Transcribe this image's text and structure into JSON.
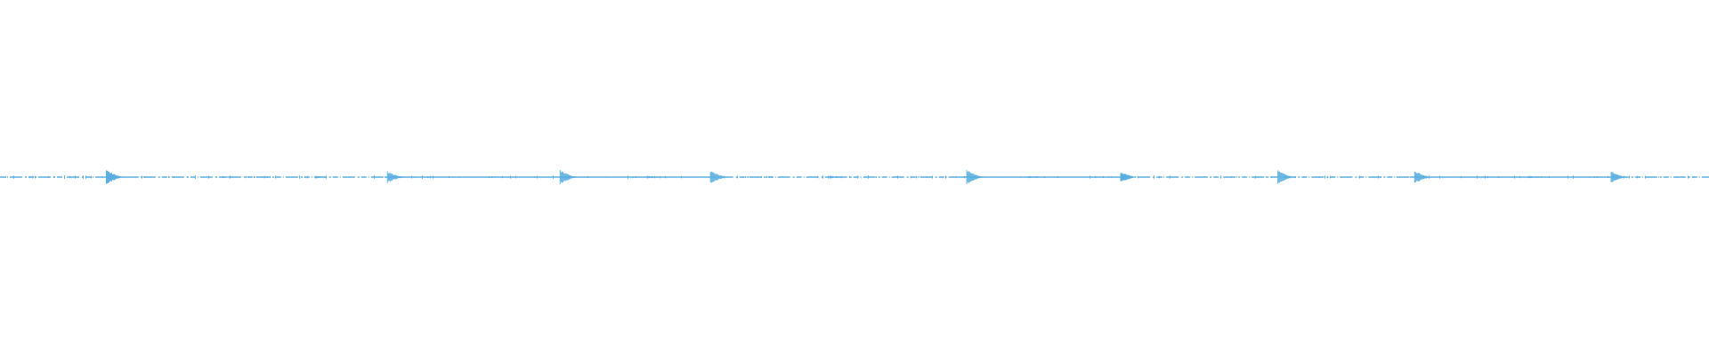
{
  "waveform": {
    "color": "#5aaee0",
    "background": "#ffffff",
    "peaks": [
      {
        "t": 0.0625,
        "amp": 1.0
      },
      {
        "t": 0.1305,
        "amp": 0.18
      },
      {
        "t": 0.185,
        "amp": 0.2
      },
      {
        "t": 0.227,
        "amp": 0.85
      },
      {
        "t": 0.328,
        "amp": 1.0
      },
      {
        "t": 0.379,
        "amp": 0.22
      },
      {
        "t": 0.416,
        "amp": 0.9
      },
      {
        "t": 0.486,
        "amp": 0.22
      },
      {
        "t": 0.566,
        "amp": 1.0
      },
      {
        "t": 0.602,
        "amp": 0.18
      },
      {
        "t": 0.656,
        "amp": 0.8
      },
      {
        "t": 0.748,
        "amp": 0.95
      },
      {
        "t": 0.828,
        "amp": 0.9
      },
      {
        "t": 0.895,
        "amp": 0.18
      },
      {
        "t": 0.943,
        "amp": 0.8
      }
    ],
    "segments": [
      {
        "start": 0.0,
        "end": 0.058,
        "style": "dotted"
      },
      {
        "start": 0.058,
        "end": 0.078,
        "style": "solid"
      },
      {
        "start": 0.078,
        "end": 0.225,
        "style": "dotted"
      },
      {
        "start": 0.225,
        "end": 0.32,
        "style": "solid"
      },
      {
        "start": 0.32,
        "end": 0.416,
        "style": "solid"
      },
      {
        "start": 0.416,
        "end": 0.56,
        "style": "dotted"
      },
      {
        "start": 0.56,
        "end": 0.66,
        "style": "solid"
      },
      {
        "start": 0.66,
        "end": 0.745,
        "style": "dotted"
      },
      {
        "start": 0.745,
        "end": 0.825,
        "style": "dotted"
      },
      {
        "start": 0.825,
        "end": 0.94,
        "style": "solid"
      },
      {
        "start": 0.94,
        "end": 1.0,
        "style": "dotted"
      }
    ]
  }
}
